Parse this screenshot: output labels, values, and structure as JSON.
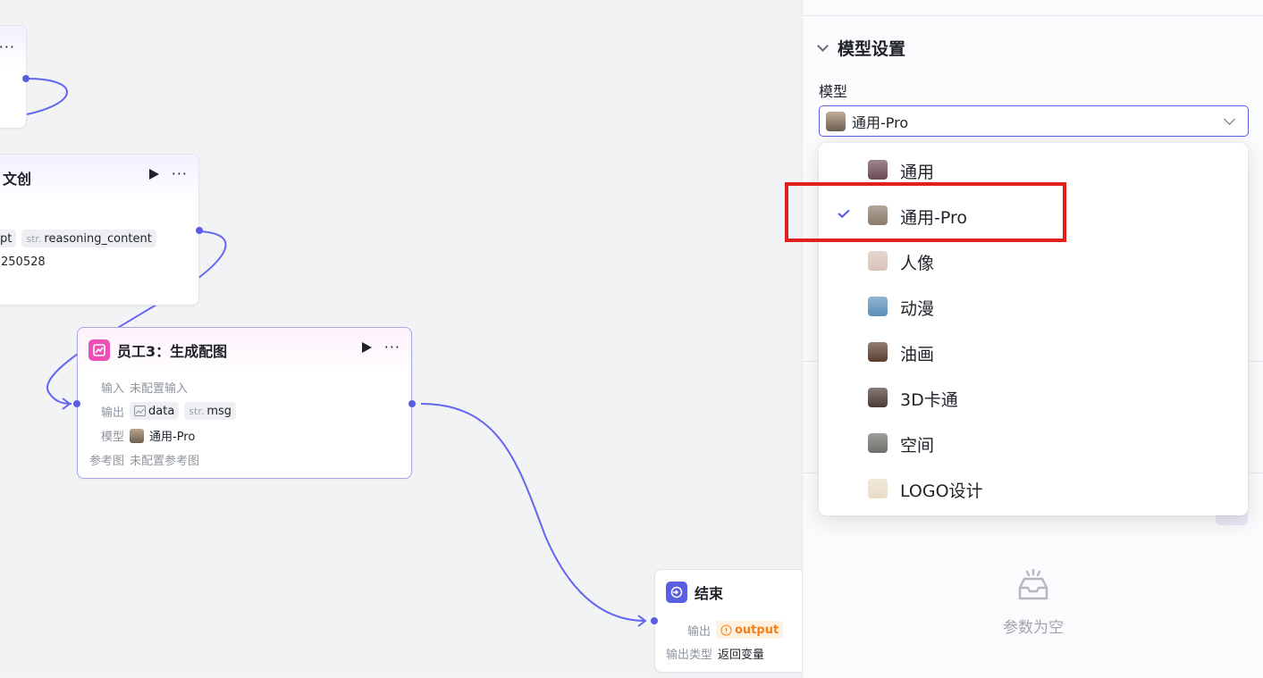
{
  "colors": {
    "accent": "#5b5ee0",
    "highlight": "#e0201b",
    "warn": "#f57f17"
  },
  "canvas": {
    "node_top": {
      "more": "···"
    },
    "node_writer": {
      "title": "文创",
      "more": "···",
      "tag_pre_str": "str.",
      "tag_partial": "pt",
      "tag_reasoning": "reasoning_content",
      "model_partial": "250528"
    },
    "node_image": {
      "title": "员工3：生成配图",
      "more": "···",
      "input_label": "输入",
      "input_value": "未配置输入",
      "output_label": "输出",
      "output_data": "data",
      "output_str_pre": "str.",
      "output_msg": "msg",
      "model_label": "模型",
      "model_value": "通用-Pro",
      "ref_label": "参考图",
      "ref_value": "未配置参考图"
    },
    "node_end": {
      "title": "结束",
      "output_label": "输出",
      "output_value": "output",
      "type_label": "输出类型",
      "type_value": "返回变量"
    }
  },
  "panel": {
    "section_title": "模型设置",
    "model_label": "模型",
    "selected_model": "通用-Pro",
    "empty_text": "参数为空"
  },
  "dropdown": {
    "options": [
      {
        "label": "通用",
        "selected": false,
        "avatar_color": "#6b4a55"
      },
      {
        "label": "通用-Pro",
        "selected": true,
        "avatar_color": "#8a7a6a"
      },
      {
        "label": "人像",
        "selected": false,
        "avatar_color": "#d9c3b8"
      },
      {
        "label": "动漫",
        "selected": false,
        "avatar_color": "#5b8fb8"
      },
      {
        "label": "油画",
        "selected": false,
        "avatar_color": "#5a3e2e"
      },
      {
        "label": "3D卡通",
        "selected": false,
        "avatar_color": "#4a3a35"
      },
      {
        "label": "空间",
        "selected": false,
        "avatar_color": "#6d7068"
      },
      {
        "label": "LOGO设计",
        "selected": false,
        "avatar_color": "#e9dcc8"
      }
    ]
  }
}
